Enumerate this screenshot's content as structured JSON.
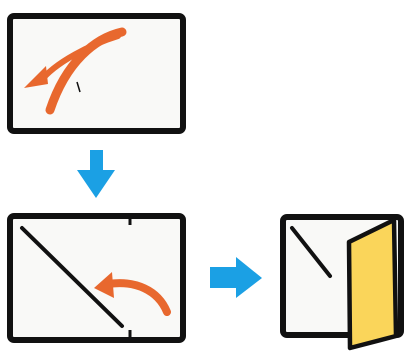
{
  "colors": {
    "background": "#ffffff",
    "paper": "#f9f9f7",
    "outline": "#111111",
    "arrow_orange": "#e8682e",
    "step_arrow_blue": "#1ba0e4",
    "flap_yellow": "#fad55a"
  },
  "steps": [
    {
      "name": "step-1-sheet",
      "instruction_icon": "curved-fold-arrow-icon",
      "fold_line": false
    },
    {
      "name": "step-2-sheet",
      "instruction_icon": "curved-fold-arrow-icon",
      "fold_line": "diagonal"
    },
    {
      "name": "step-3-sheet",
      "instruction_icon": "none",
      "folded_flap": true
    }
  ],
  "transitions": [
    {
      "from": 1,
      "to": 2,
      "direction": "down",
      "icon": "arrow-down-icon"
    },
    {
      "from": 2,
      "to": 3,
      "direction": "right",
      "icon": "arrow-right-icon"
    }
  ]
}
